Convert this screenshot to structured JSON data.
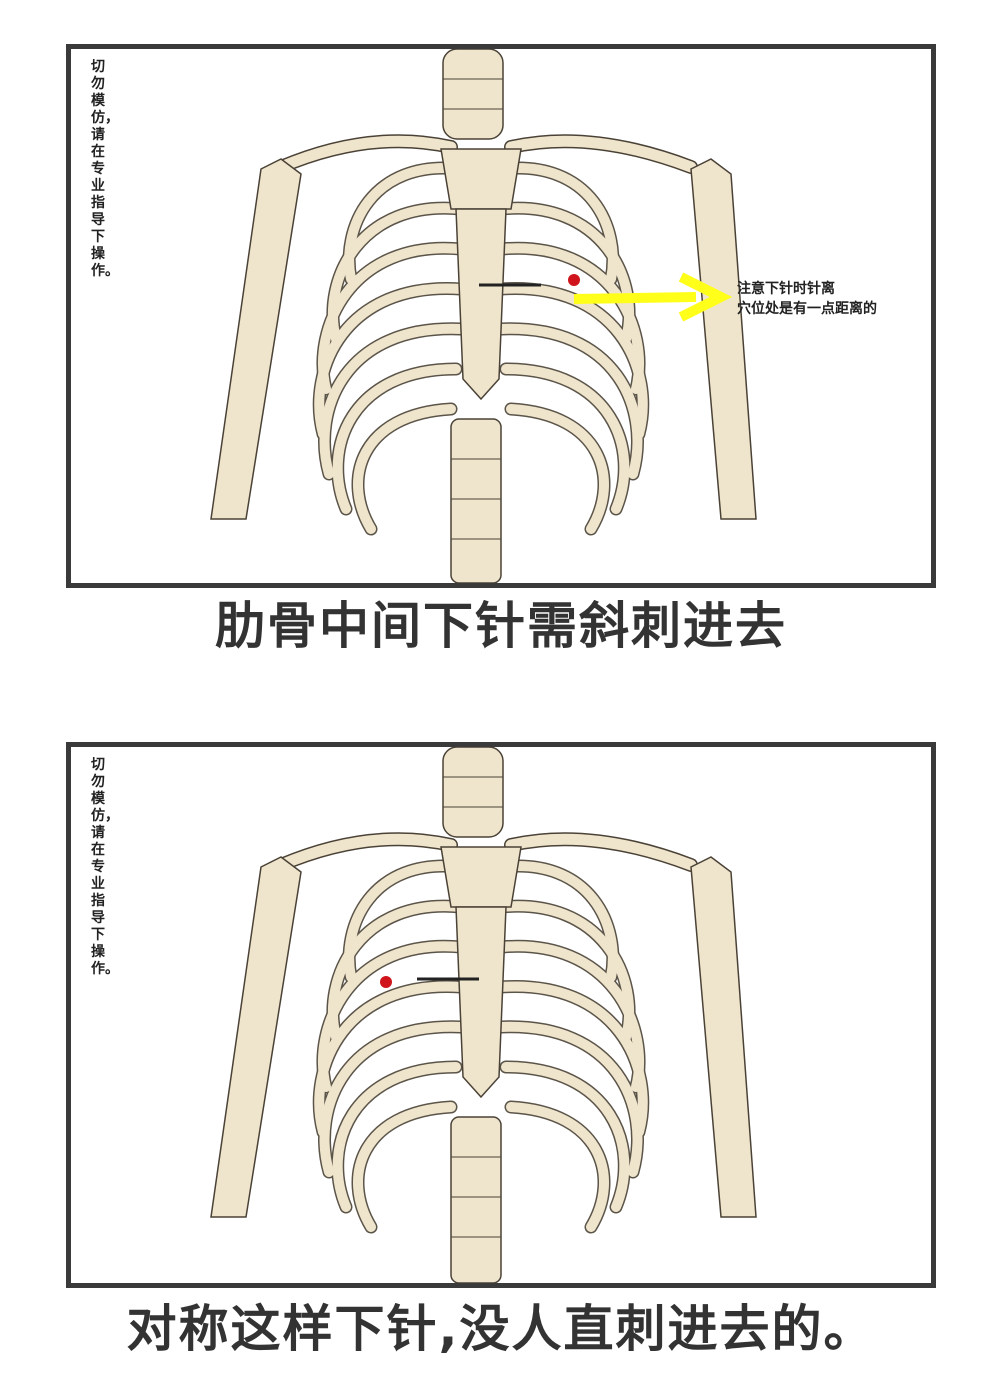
{
  "panels": [
    {
      "warning": "切勿模仿，请在专业指导下操作。",
      "note": {
        "line1": "注意下针时针离",
        "line2": "穴位处是有一点距离的"
      }
    },
    {
      "warning": "切勿模仿，请在专业指导下操作。"
    }
  ],
  "captions": {
    "top": "肋骨中间下针需斜刺进去",
    "bottom": "对称这样下针,没人直刺进去的。"
  },
  "colors": {
    "bone": "#efe4cc",
    "bone_shadow": "#d8c49c",
    "outline": "#4a4236",
    "needle_point": "#d0141b",
    "arrow": "#ffff1a",
    "border": "#3a3a3a"
  }
}
